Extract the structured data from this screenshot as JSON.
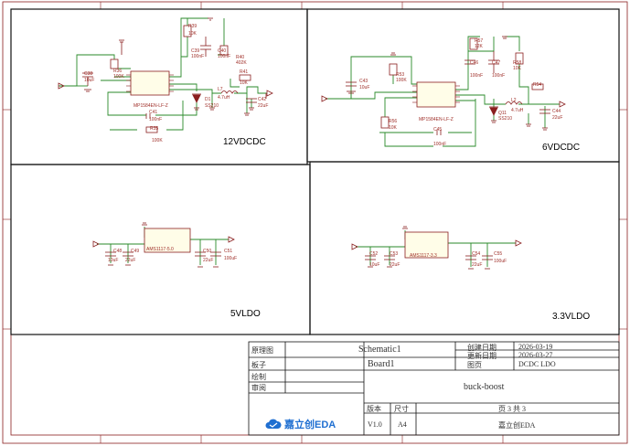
{
  "blocks": {
    "b1": {
      "title": "12VDCDC"
    },
    "b2": {
      "title": "6VDCDC"
    },
    "b3": {
      "title": "5VLDO"
    },
    "b4": {
      "title": "3.3VLDO"
    }
  },
  "titleblock": {
    "l1": "原理图",
    "v1": "Schematic1",
    "l2": "板子",
    "v2": "Board1",
    "l3": "绘制",
    "l4": "审阅",
    "center": "buck-boost",
    "cd_label": "创建日期",
    "cd": "2026-03-19",
    "ud_label": "更新日期",
    "ud": "2026-03-27",
    "pg_label": "图页",
    "pg": "DCDC LDO",
    "ver_label": "版本",
    "ver": "V1.0",
    "size_label": "尺寸",
    "size": "A4",
    "page_text": "页 3 共 3",
    "company": "嘉立创EDA",
    "logo_text": "嘉立创EDA"
  },
  "parts": {
    "u1": "MP1584EN-LF-Z",
    "u8": "MP1584EN-LF-Z",
    "vou1": "AMS1117-5.0",
    "vou3": "AMS1117-3.3",
    "r39": "R39",
    "r39v": "10K",
    "r40": "R40",
    "r40v": "402K",
    "r36": "R36",
    "r36v": "100K",
    "r41": "R41",
    "r41v": "10K",
    "r35": "R35",
    "r35v": "100K",
    "c39": "C39",
    "c39v": "100nF",
    "c40": "C40",
    "c40v": "100nF",
    "c41": "C41",
    "c41v": "100nF",
    "c38": "C38",
    "c38v": "10uF",
    "c42": "C42",
    "c42v": "22uF",
    "l7": "L7",
    "l7v": "4.7uH",
    "d1": "D1",
    "d1v": "SS210",
    "r57": "R57",
    "r57v": "12K",
    "r58": "R58",
    "r58v": "10K",
    "r53": "R53",
    "r53v": "100K",
    "r56": "R56",
    "r56v": "10K",
    "r54": "R54",
    "c43": "C43",
    "c43v": "10uF",
    "c46": "C46",
    "c46v": "100nF",
    "c47": "C47",
    "c47v": "100nF",
    "c45": "C45",
    "c45v": "100nF",
    "c44": "C44",
    "c44v": "22uF",
    "l2": "L2",
    "l2v": "4.7uH",
    "q11": "Q11",
    "q11v": "SS210",
    "c48": "C48",
    "c49": "C49",
    "c50": "C50",
    "c51": "C51",
    "c52": "C52",
    "c53": "C53",
    "c54": "C54",
    "c55": "C55",
    "c100": "100uF",
    "cu10": "10uF",
    "cu22": "22uF"
  }
}
